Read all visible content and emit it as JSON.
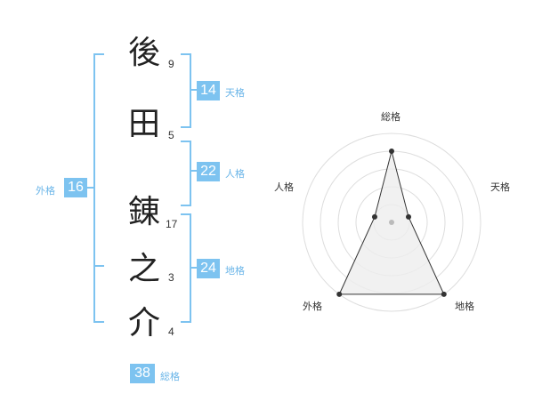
{
  "name": {
    "characters": [
      {
        "char": "後",
        "strokes": "9"
      },
      {
        "char": "田",
        "strokes": "5"
      },
      {
        "char": "錬",
        "strokes": "17"
      },
      {
        "char": "之",
        "strokes": "3"
      },
      {
        "char": "介",
        "strokes": "4"
      }
    ]
  },
  "fortunes": {
    "tenkaku": {
      "value": "14",
      "label": "天格"
    },
    "jinkaku": {
      "value": "22",
      "label": "人格"
    },
    "chikaku": {
      "value": "24",
      "label": "地格"
    },
    "gaikaku": {
      "value": "16",
      "label": "外格"
    },
    "soukaku": {
      "value": "38",
      "label": "総格"
    }
  },
  "radar": {
    "axes": [
      "総格",
      "天格",
      "地格",
      "外格",
      "人格"
    ],
    "levels": 5,
    "max": 5,
    "values": [
      4,
      1,
      5,
      5,
      1
    ],
    "colors": {
      "ring": "#dddddd",
      "fill": "#eeeeee",
      "line": "#333333",
      "point": "#333333",
      "center": "#bbbbbb"
    }
  }
}
